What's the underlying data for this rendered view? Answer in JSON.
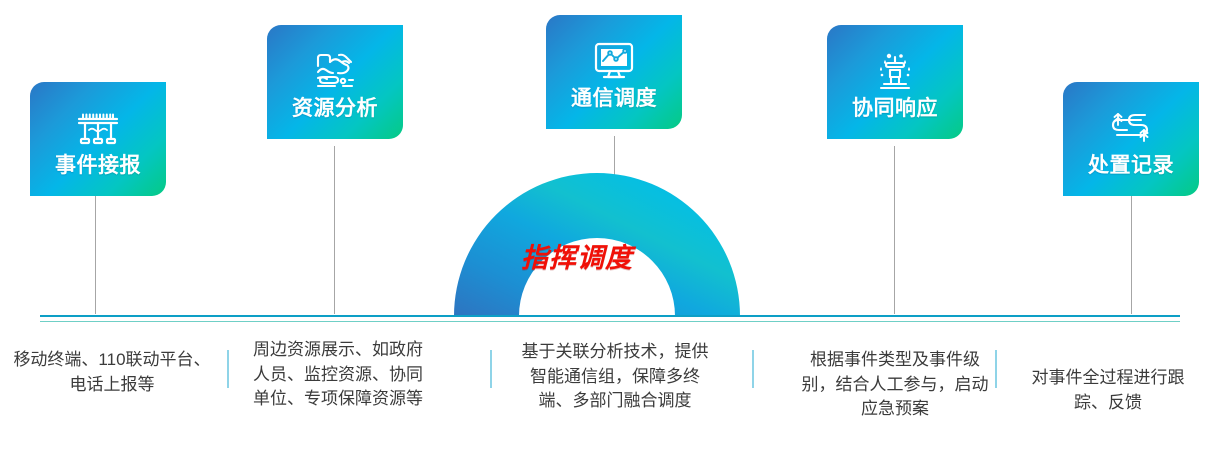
{
  "diagram": {
    "center_label": "指挥调度",
    "center_label_color": "#f01008",
    "accent_top_rule_color": "#0d9fc6",
    "accent_bottom_rule_color": "#6fcfc6",
    "card_gradient_start": "#2a77c6",
    "card_gradient_mid": "#04b6e8",
    "card_gradient_end": "#05ca84",
    "steps": [
      {
        "id": "incident-report",
        "label": "事件接报",
        "icon": "bridge-icon",
        "caption": "移动终端、110联动平台、电话上报等"
      },
      {
        "id": "resource-analysis",
        "label": "资源分析",
        "icon": "map-terrain-icon",
        "caption": "周边资源展示、如政府人员、监控资源、协同单位、专项保障资源等"
      },
      {
        "id": "communication-dispatch",
        "label": "通信调度",
        "icon": "monitor-chart-icon",
        "caption": "基于关联分析技术，提供智能通信组，保障多终端、多部门融合调度"
      },
      {
        "id": "collaborative-response",
        "label": "协同响应",
        "icon": "sprinkler-icon",
        "caption": "根据事件类型及事件级别，结合人工参与，启动应急预案"
      },
      {
        "id": "disposal-record",
        "label": "处置记录",
        "icon": "winding-road-icon",
        "caption": "对事件全过程进行跟踪、反馈"
      }
    ]
  }
}
